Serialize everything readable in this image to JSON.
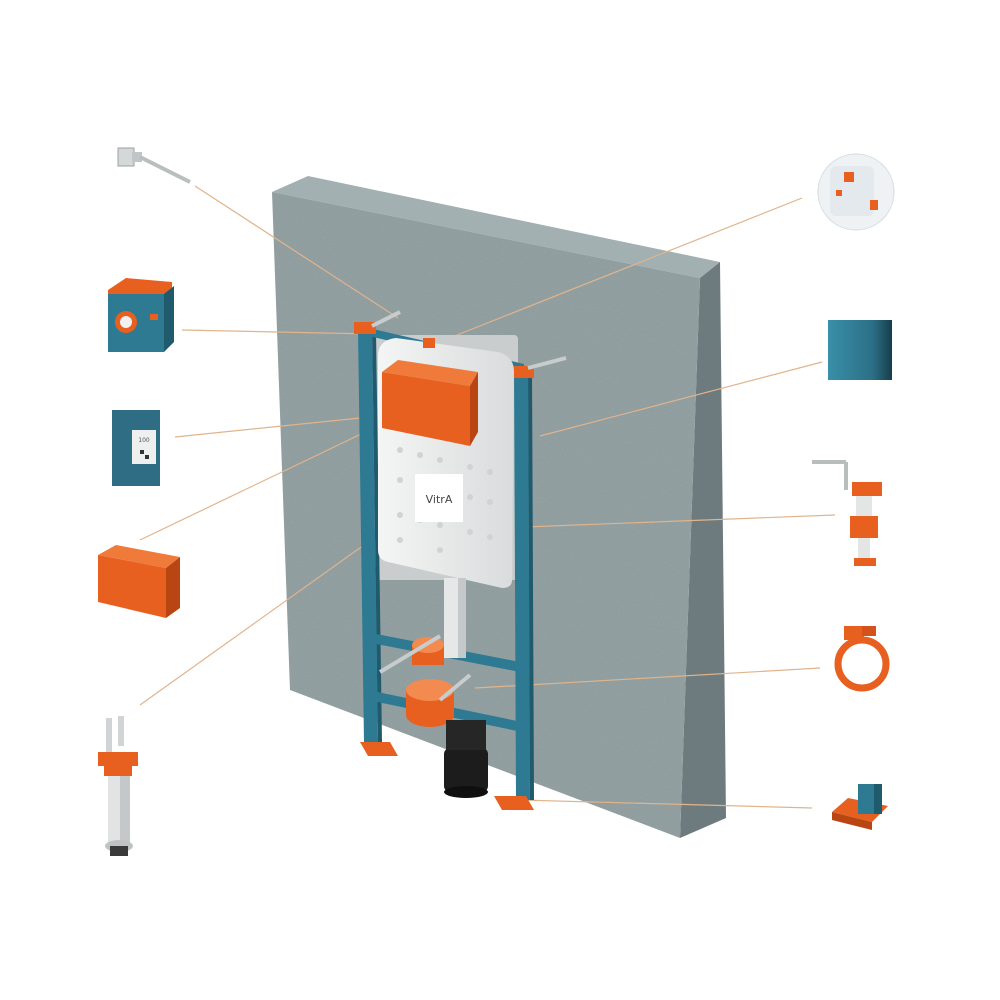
{
  "diagram": {
    "brand_label": "VitrA",
    "colors": {
      "concrete": "#8e9c9e",
      "concrete_side": "#6d7b7e",
      "concrete_top": "#a3b0b2",
      "frame_blue": "#2e7a93",
      "frame_blue_dark": "#1f5a6d",
      "accent_orange": "#e8601f",
      "cistern_white": "#eef0f0",
      "leader_line": "#e0b48c"
    },
    "parts": [
      {
        "id": "wall-anchor-bolt",
        "icon": "bolt-icon"
      },
      {
        "id": "junction-box",
        "icon": "box-icon"
      },
      {
        "id": "level-sticker-panel",
        "icon": "sticker-icon",
        "sticker_text": "100"
      },
      {
        "id": "protective-cover",
        "icon": "cover-icon"
      },
      {
        "id": "flush-valve",
        "icon": "valve-icon"
      },
      {
        "id": "cistern-detail",
        "icon": "cistern-icon"
      },
      {
        "id": "coated-frame-profile",
        "icon": "profile-icon"
      },
      {
        "id": "fill-valve",
        "icon": "fill-valve-icon"
      },
      {
        "id": "pipe-clamp",
        "icon": "clamp-icon"
      },
      {
        "id": "adjustable-foot",
        "icon": "foot-icon"
      }
    ]
  }
}
